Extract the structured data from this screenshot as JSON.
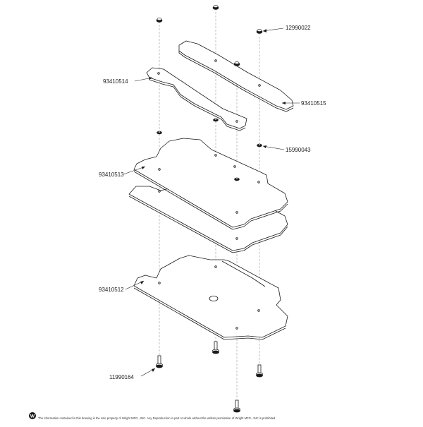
{
  "diagram": {
    "part_labels": {
      "p12990022": "12990022",
      "p93410514": "93410514",
      "p93410515": "93410515",
      "p15990043": "15990043",
      "p93410513": "93410513",
      "p93410512": "93410512",
      "p11990164": "11990164"
    },
    "footer": {
      "logo_letter": "W",
      "notice": "The Information contained in this drawing is the sole property of Wright MFG., INC. Any Reproduction in part or whole without the written permission of Wright MFG., INC is prohibited"
    },
    "colors": {
      "line": "#1a1a1a",
      "axis": "#9a9a9a",
      "fill": "#ffffff"
    }
  }
}
